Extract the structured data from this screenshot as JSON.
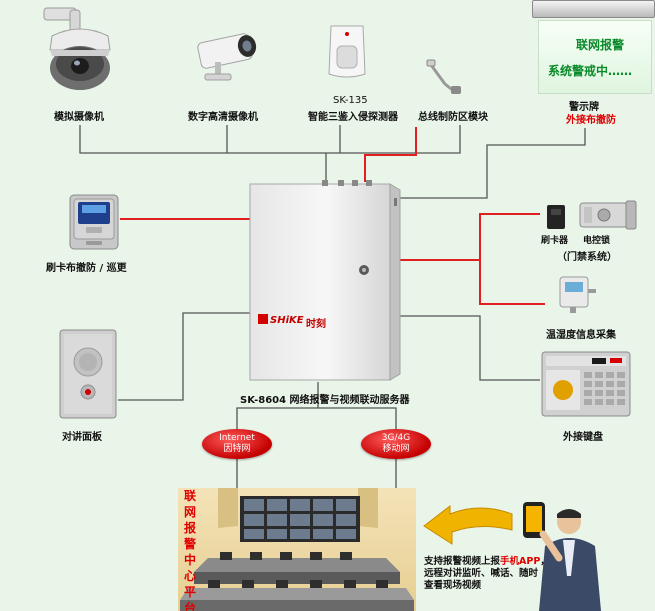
{
  "devices": {
    "camera_dome": "模拟摄像机",
    "camera_hd": "数字高清摄像机",
    "pir_model": "SK-135",
    "pir_name": "智能三鉴入侵探测器",
    "bus_module": "总线制防区模块",
    "card_patrol": "刷卡布撤防 / 巡更",
    "intercom": "对讲面板",
    "keypad": "外接键盘",
    "temp_humidity": "温湿度信息采集",
    "card_reader": "刷卡器",
    "electric_lock": "电控锁",
    "access_system": "（门禁系统）"
  },
  "warning_sign": {
    "label": "警示牌",
    "sublabel": "外接布撤防",
    "line1": "联网报警",
    "line2": "系统警戒中……"
  },
  "server": {
    "brand": "SHiKE",
    "brand_cn": "时刻",
    "caption": "SK-8604 网络报警与视频联动服务器"
  },
  "networks": [
    {
      "top": "Internet",
      "bottom": "因特网"
    },
    {
      "top": "3G/4G",
      "bottom": "移动网"
    }
  ],
  "platform": {
    "vertical_text": "联网报警中心平台"
  },
  "mobile_note": {
    "prefix": "支持报警视频上报",
    "highlight": "手机APP",
    "line1_tail": "，",
    "line2": "远程对讲监听、喊话、随时",
    "line3": "查看现场视频"
  },
  "colors": {
    "wire_gray": "#555555",
    "wire_red": "#e02020",
    "accent_red": "#e00000",
    "sign_green": "#0a8a2a"
  }
}
